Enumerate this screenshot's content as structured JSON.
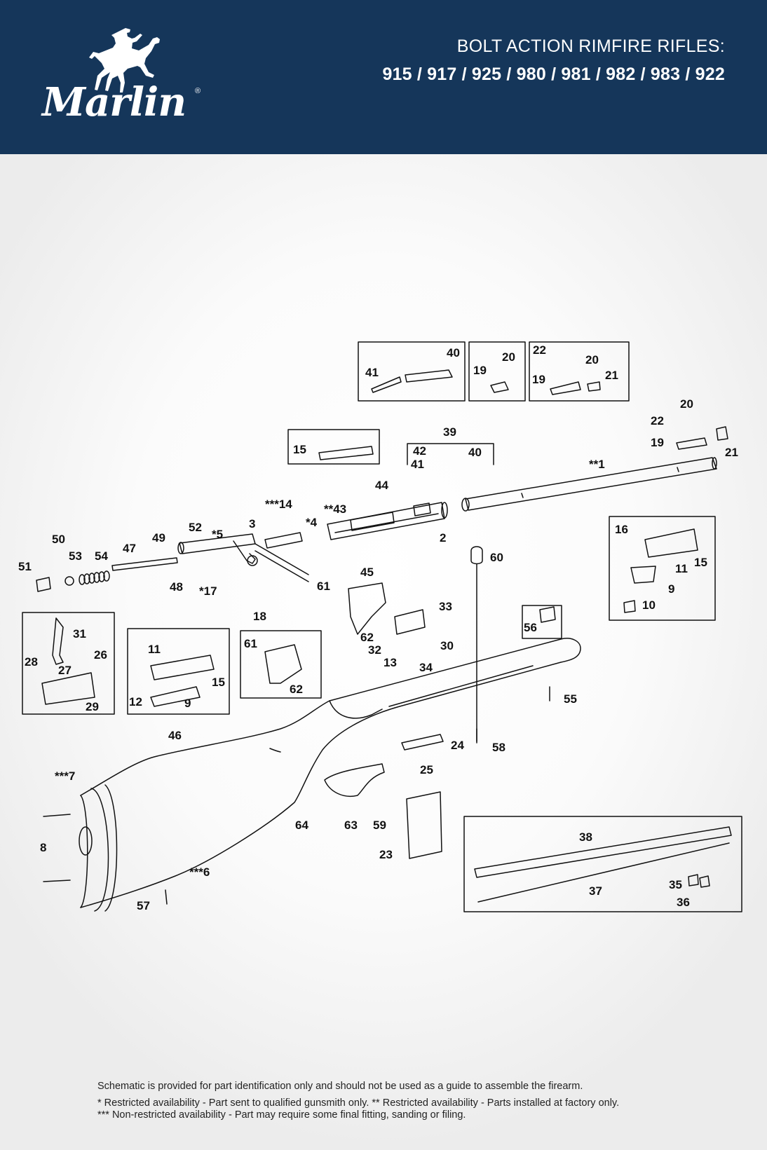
{
  "brand": {
    "name": "Marlin",
    "registered_mark": "®"
  },
  "header": {
    "title": "BOLT ACTION RIMFIRE RIFLES:",
    "models": "915 / 917 / 925 / 980 / 981 / 982 / 983 / 922"
  },
  "diagram": {
    "part_labels": {
      "p1": "**1",
      "p2": "2",
      "p3": "3",
      "p4": "*4",
      "p5": "*5",
      "p6": "***6",
      "p7": "***7",
      "p8": "8",
      "p9a": "9",
      "p9b": "9",
      "p10": "10",
      "p11a": "11",
      "p11b": "11",
      "p12": "12",
      "p13": "13",
      "p14": "***14",
      "p15a": "15",
      "p15b": "15",
      "p15c": "15",
      "p16": "16",
      "p17": "*17",
      "p18": "18",
      "p19a": "19",
      "p19b": "19",
      "p19c": "19",
      "p20a": "20",
      "p20b": "20",
      "p20c": "20",
      "p21a": "21",
      "p21b": "21",
      "p22a": "22",
      "p22b": "22",
      "p23": "23",
      "p24": "24",
      "p25": "25",
      "p26": "26",
      "p27": "27",
      "p28": "28",
      "p29": "29",
      "p30": "30",
      "p31": "31",
      "p32": "32",
      "p33": "33",
      "p34": "34",
      "p35": "35",
      "p36": "36",
      "p37": "37",
      "p38": "38",
      "p39": "39",
      "p40a": "40",
      "p40b": "40",
      "p41a": "41",
      "p41b": "41",
      "p42": "42",
      "p43": "**43",
      "p44": "44",
      "p45": "45",
      "p46": "46",
      "p47": "47",
      "p48": "48",
      "p49": "49",
      "p50": "50",
      "p51": "51",
      "p52": "52",
      "p53": "53",
      "p54": "54",
      "p55": "55",
      "p56": "56",
      "p57": "57",
      "p58": "58",
      "p59": "59",
      "p60": "60",
      "p61a": "61",
      "p61b": "61",
      "p62a": "62",
      "p62b": "62",
      "p63": "63",
      "p64": "64"
    }
  },
  "footnotes": {
    "disclaimer": "Schematic is provided for part identification only and should not be used as a guide to assemble the firearm.",
    "restricted_1": "* Restricted availability - Part sent to qualified gunsmith only.   ** Restricted availability - Parts installed at factory only.",
    "restricted_3": "*** Non-restricted availability - Part may require some final fitting, sanding or filing."
  },
  "colors": {
    "header_bg": "#15365a",
    "header_text": "#ffffff",
    "line": "#111111"
  }
}
